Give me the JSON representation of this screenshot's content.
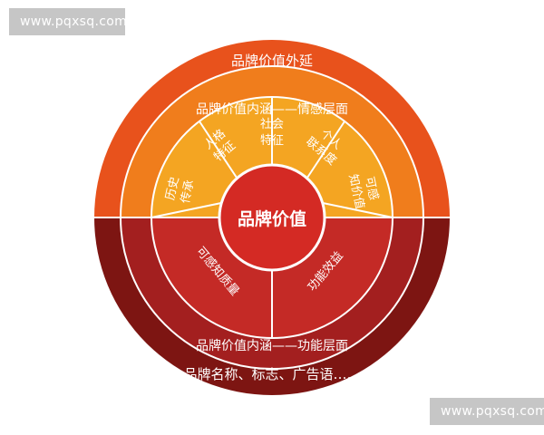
{
  "diagram": {
    "outer_upper_label": "品牌价值外延",
    "outer_lower_label": "品牌名称、标志、广告语……",
    "middle_upper_label": "品牌价值内涵——情感层面",
    "middle_lower_label": "品牌价值内涵——功能层面",
    "center_label": "品牌价值",
    "emotional_segments": [
      {
        "line1": "历史",
        "line2": "传承"
      },
      {
        "line1": "人格",
        "line2": "特征"
      },
      {
        "line1": "社会",
        "line2": "特征"
      },
      {
        "line1": "个人",
        "line2": "联系度"
      },
      {
        "line1": "可感",
        "line2": "知价值"
      }
    ],
    "functional_segments": [
      {
        "label": "可感知质量"
      },
      {
        "label": "功能效益"
      }
    ]
  },
  "watermarks": {
    "top": "www.pqxsq.com",
    "bottom": "www.pqxsq.com"
  },
  "colors": {
    "outer_orange": "#e8521c",
    "outer_dark_red": "#7d1512",
    "middle_orange": "#f07d1c",
    "middle_dark_red": "#a31f1f",
    "inner_orange": "#f4a522",
    "inner_red": "#c42a26",
    "center_red": "#d42a24",
    "text_light": "#ffffff"
  }
}
